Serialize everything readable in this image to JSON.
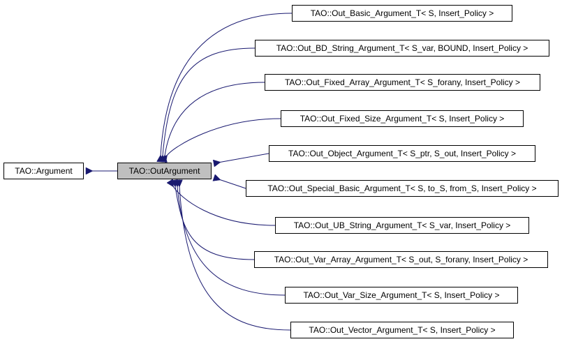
{
  "diagram": {
    "colors": {
      "edge": "#191970",
      "node_border": "#000000",
      "node_fill": "#ffffff",
      "focus_fill": "#bfbfbf"
    },
    "base": {
      "label": "TAO::Argument"
    },
    "focus": {
      "label": "TAO::OutArgument"
    },
    "derived": [
      {
        "label": "TAO::Out_Basic_Argument_T< S, Insert_Policy >"
      },
      {
        "label": "TAO::Out_BD_String_Argument_T< S_var, BOUND, Insert_Policy >"
      },
      {
        "label": "TAO::Out_Fixed_Array_Argument_T< S_forany, Insert_Policy >"
      },
      {
        "label": "TAO::Out_Fixed_Size_Argument_T< S, Insert_Policy >"
      },
      {
        "label": "TAO::Out_Object_Argument_T< S_ptr, S_out, Insert_Policy >"
      },
      {
        "label": "TAO::Out_Special_Basic_Argument_T< S, to_S, from_S, Insert_Policy >"
      },
      {
        "label": "TAO::Out_UB_String_Argument_T< S_var, Insert_Policy >"
      },
      {
        "label": "TAO::Out_Var_Array_Argument_T< S_out, S_forany, Insert_Policy >"
      },
      {
        "label": "TAO::Out_Var_Size_Argument_T< S, Insert_Policy >"
      },
      {
        "label": "TAO::Out_Vector_Argument_T< S, Insert_Policy >"
      }
    ]
  }
}
